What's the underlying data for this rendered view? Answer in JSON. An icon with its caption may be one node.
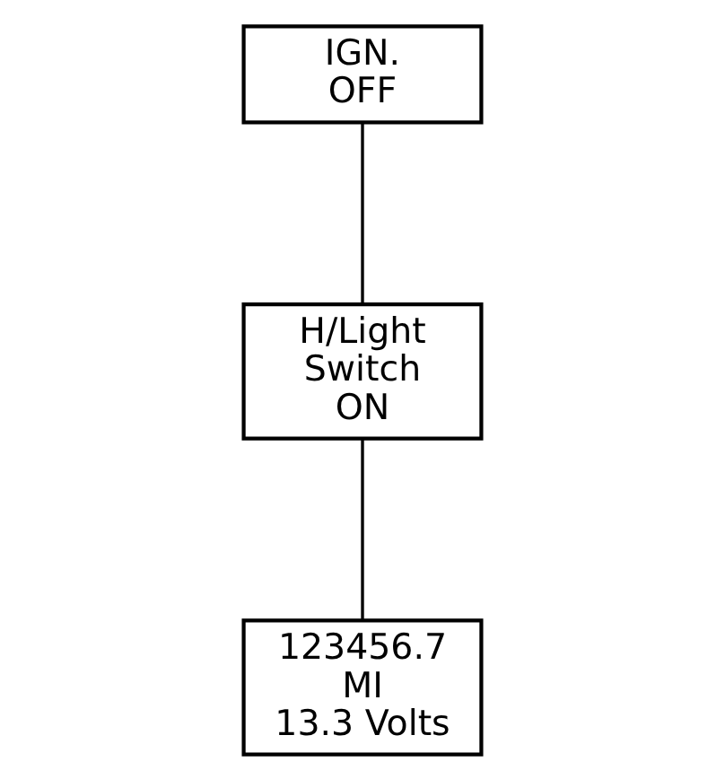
{
  "diagram": {
    "nodes": [
      {
        "text": [
          "IGN.",
          "OFF"
        ]
      },
      {
        "text": [
          "H/Light",
          "Switch",
          "ON"
        ]
      },
      {
        "text": [
          "123456.7",
          "MI",
          "13.3 Volts"
        ]
      }
    ],
    "edges": [
      {
        "from": 0,
        "to": 1,
        "arrow": "none"
      },
      {
        "from": 1,
        "to": 2,
        "arrow": "none"
      }
    ]
  }
}
